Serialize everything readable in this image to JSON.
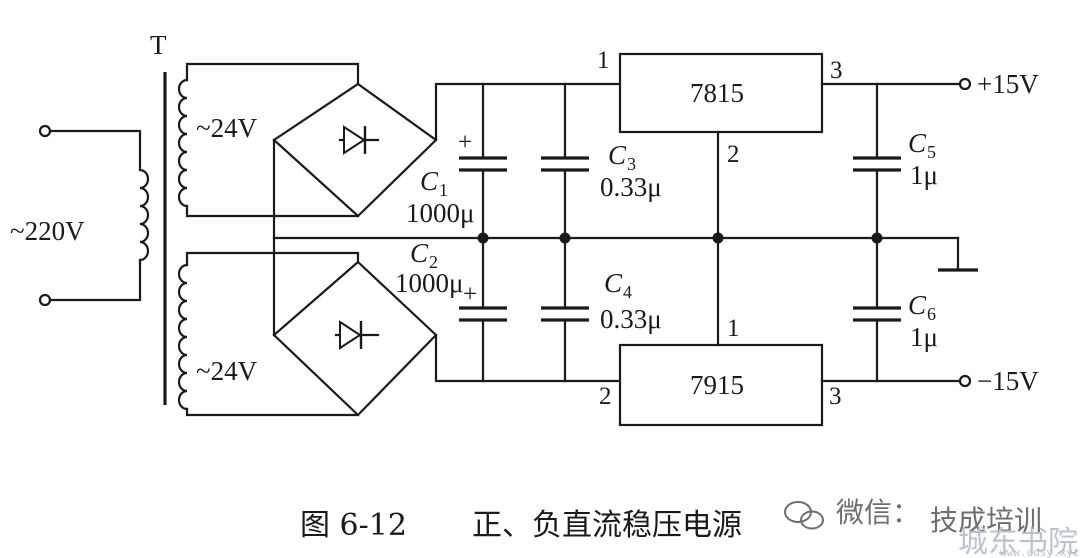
{
  "transformer": {
    "label": "T",
    "primary_voltage": "~220V",
    "secondary_top": "~24V",
    "secondary_bottom": "~24V"
  },
  "capacitors": {
    "c1": {
      "name": "C",
      "sub": "1",
      "value": "1000μ",
      "polarity": "+"
    },
    "c2": {
      "name": "C",
      "sub": "2",
      "value": "1000μ",
      "polarity": "+"
    },
    "c3": {
      "name": "C",
      "sub": "3",
      "value": "0.33μ"
    },
    "c4": {
      "name": "C",
      "sub": "4",
      "value": "0.33μ"
    },
    "c5": {
      "name": "C",
      "sub": "5",
      "value": "1μ"
    },
    "c6": {
      "name": "C",
      "sub": "6",
      "value": "1μ"
    }
  },
  "regulators": {
    "top": {
      "name": "7815",
      "pin_in": "1",
      "pin_gnd": "2",
      "pin_out": "3"
    },
    "bottom": {
      "name": "7915",
      "pin_gnd": "1",
      "pin_in": "2",
      "pin_out": "3"
    }
  },
  "outputs": {
    "positive": "+15V",
    "negative": "−15V"
  },
  "caption": {
    "figure_number": "图 6-12",
    "title": "正、负直流稳压电源"
  },
  "watermark": {
    "wechat": "微信：",
    "account": "技成培训",
    "site": "城东书院",
    "url": "www.cdsy.xyz"
  }
}
